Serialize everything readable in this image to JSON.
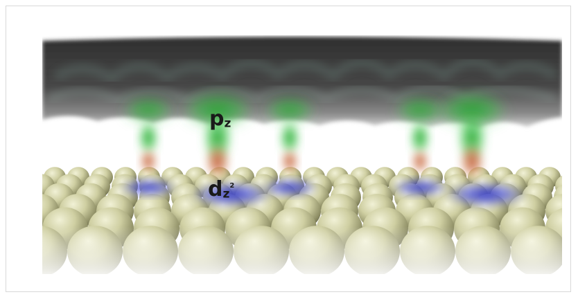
{
  "labels": {
    "pz": {
      "main": "p",
      "sub": "z"
    },
    "dz2": {
      "main": "d",
      "sub": "z",
      "sup": "2"
    }
  },
  "colors": {
    "graphene_sheet": "#3a3a3a",
    "pz_orbital": "#22aa33",
    "dz2_orbital": "#3a3fd0",
    "interface_lobe": "#b8502a",
    "metal_atoms": "#c9c99a"
  }
}
